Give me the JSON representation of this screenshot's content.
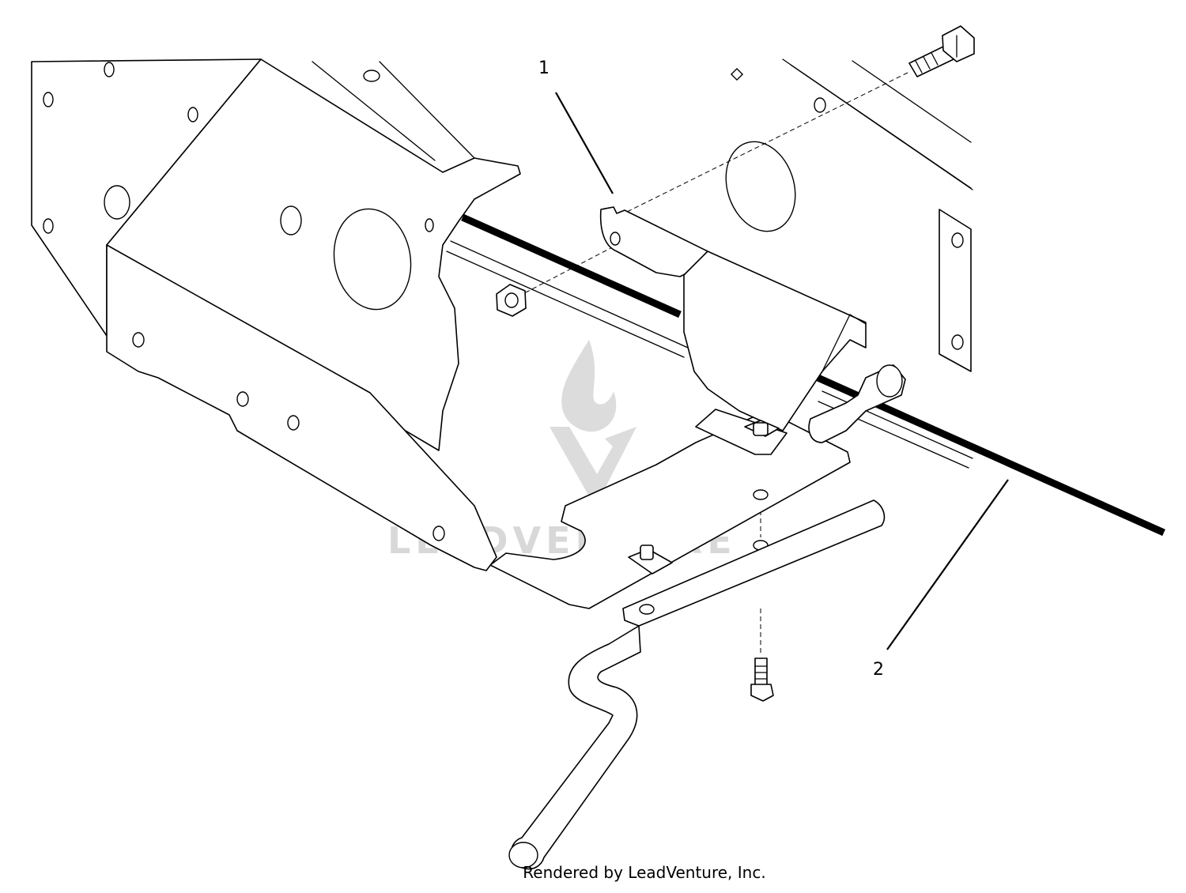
{
  "callouts": [
    {
      "id": "1",
      "label": "1"
    },
    {
      "id": "2",
      "label": "2"
    }
  ],
  "watermark": {
    "text": "LEADVENTURE"
  },
  "footer": {
    "credit": "Rendered by LeadVenture, Inc."
  },
  "colors": {
    "line": "#000000",
    "background": "#ffffff",
    "watermark": "#d8d8d8"
  }
}
